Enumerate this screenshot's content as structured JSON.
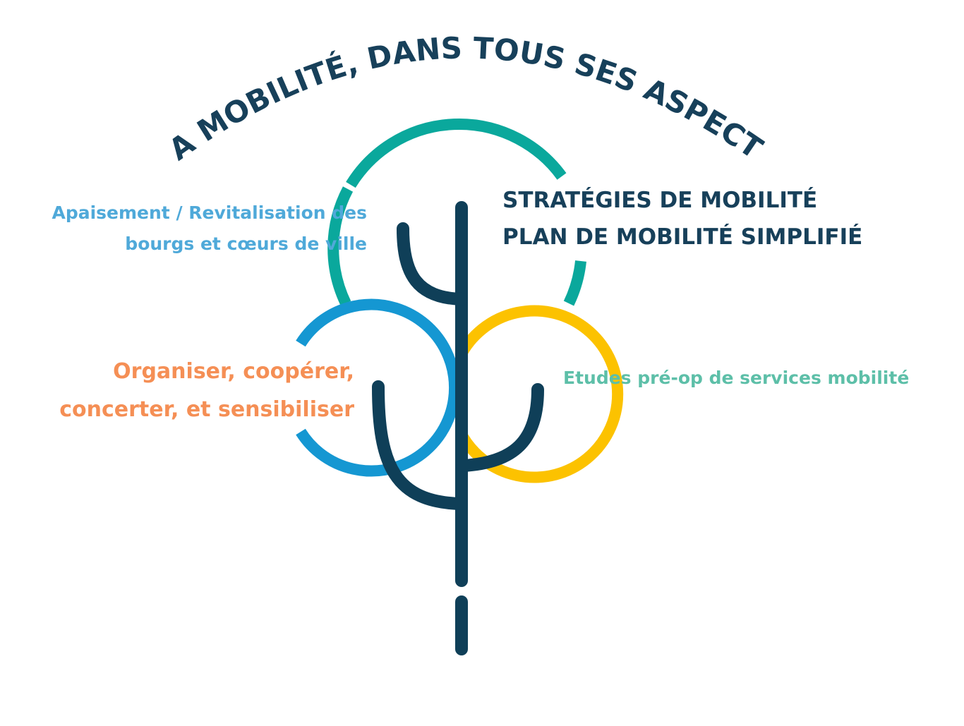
{
  "title": "LA MOBILITÉ, DANS TOUS SES ASPECTS",
  "labels": {
    "left_top": {
      "lines": [
        "Apaisement / Revitalisation des",
        "bourgs et cœurs de ville"
      ],
      "color": "#4fa9d9"
    },
    "right_top": {
      "lines": [
        "STRATÉGIES DE MOBILITÉ",
        "PLAN DE MOBILITÉ SIMPLIFIÉ"
      ],
      "color": "#17405a"
    },
    "left_mid": {
      "lines": [
        "Organiser, coopérer,",
        "concerter, et sensibiliser"
      ],
      "color": "#f58f55"
    },
    "right_mid": {
      "lines": [
        "Etudes pré-op de services mobilité"
      ],
      "color": "#5dbfa8"
    }
  },
  "colors": {
    "title": "#17405a",
    "teal_ring": "#0aa89c",
    "blue_ring": "#1597d2",
    "yellow_ring": "#fcc200",
    "tree": "#0f3f58"
  }
}
